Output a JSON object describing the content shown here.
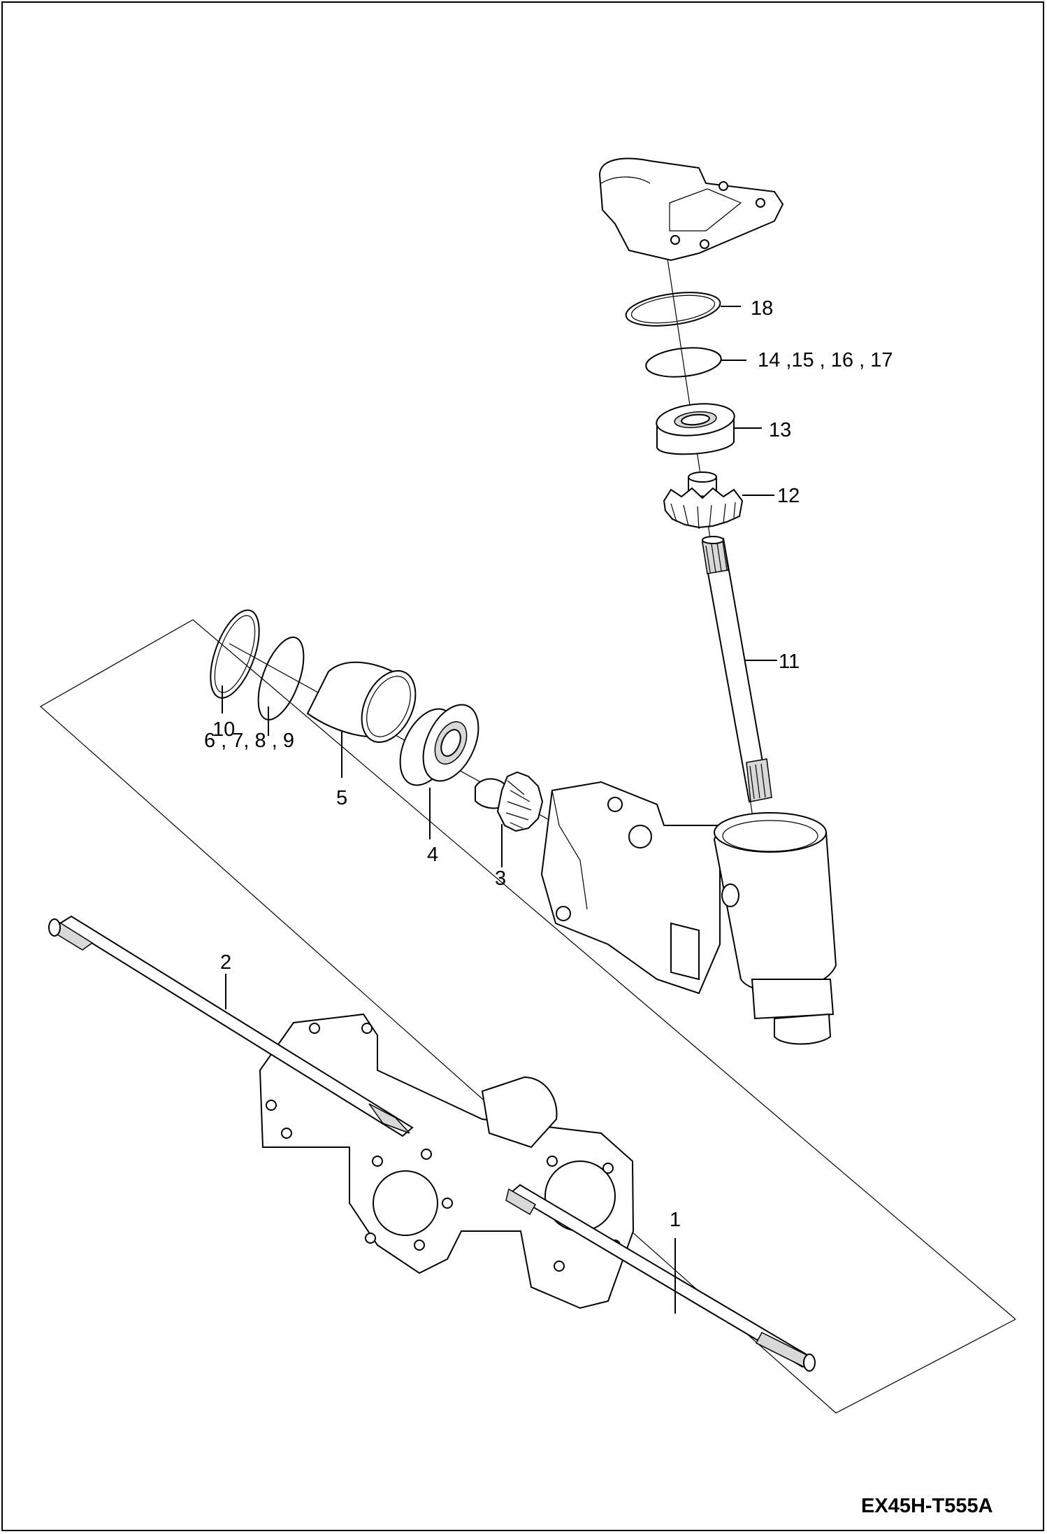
{
  "drawing_code": "EX45H-T555A",
  "callouts": {
    "c1": "1",
    "c2": "2",
    "c3": "3",
    "c4": "4",
    "c5": "5",
    "c6789": "6 , 7,  8 , 9",
    "c10": "10",
    "c11": "11",
    "c12": "12",
    "c13": "13",
    "c14_17": "14 ,15 , 16 , 17",
    "c18": "18"
  }
}
